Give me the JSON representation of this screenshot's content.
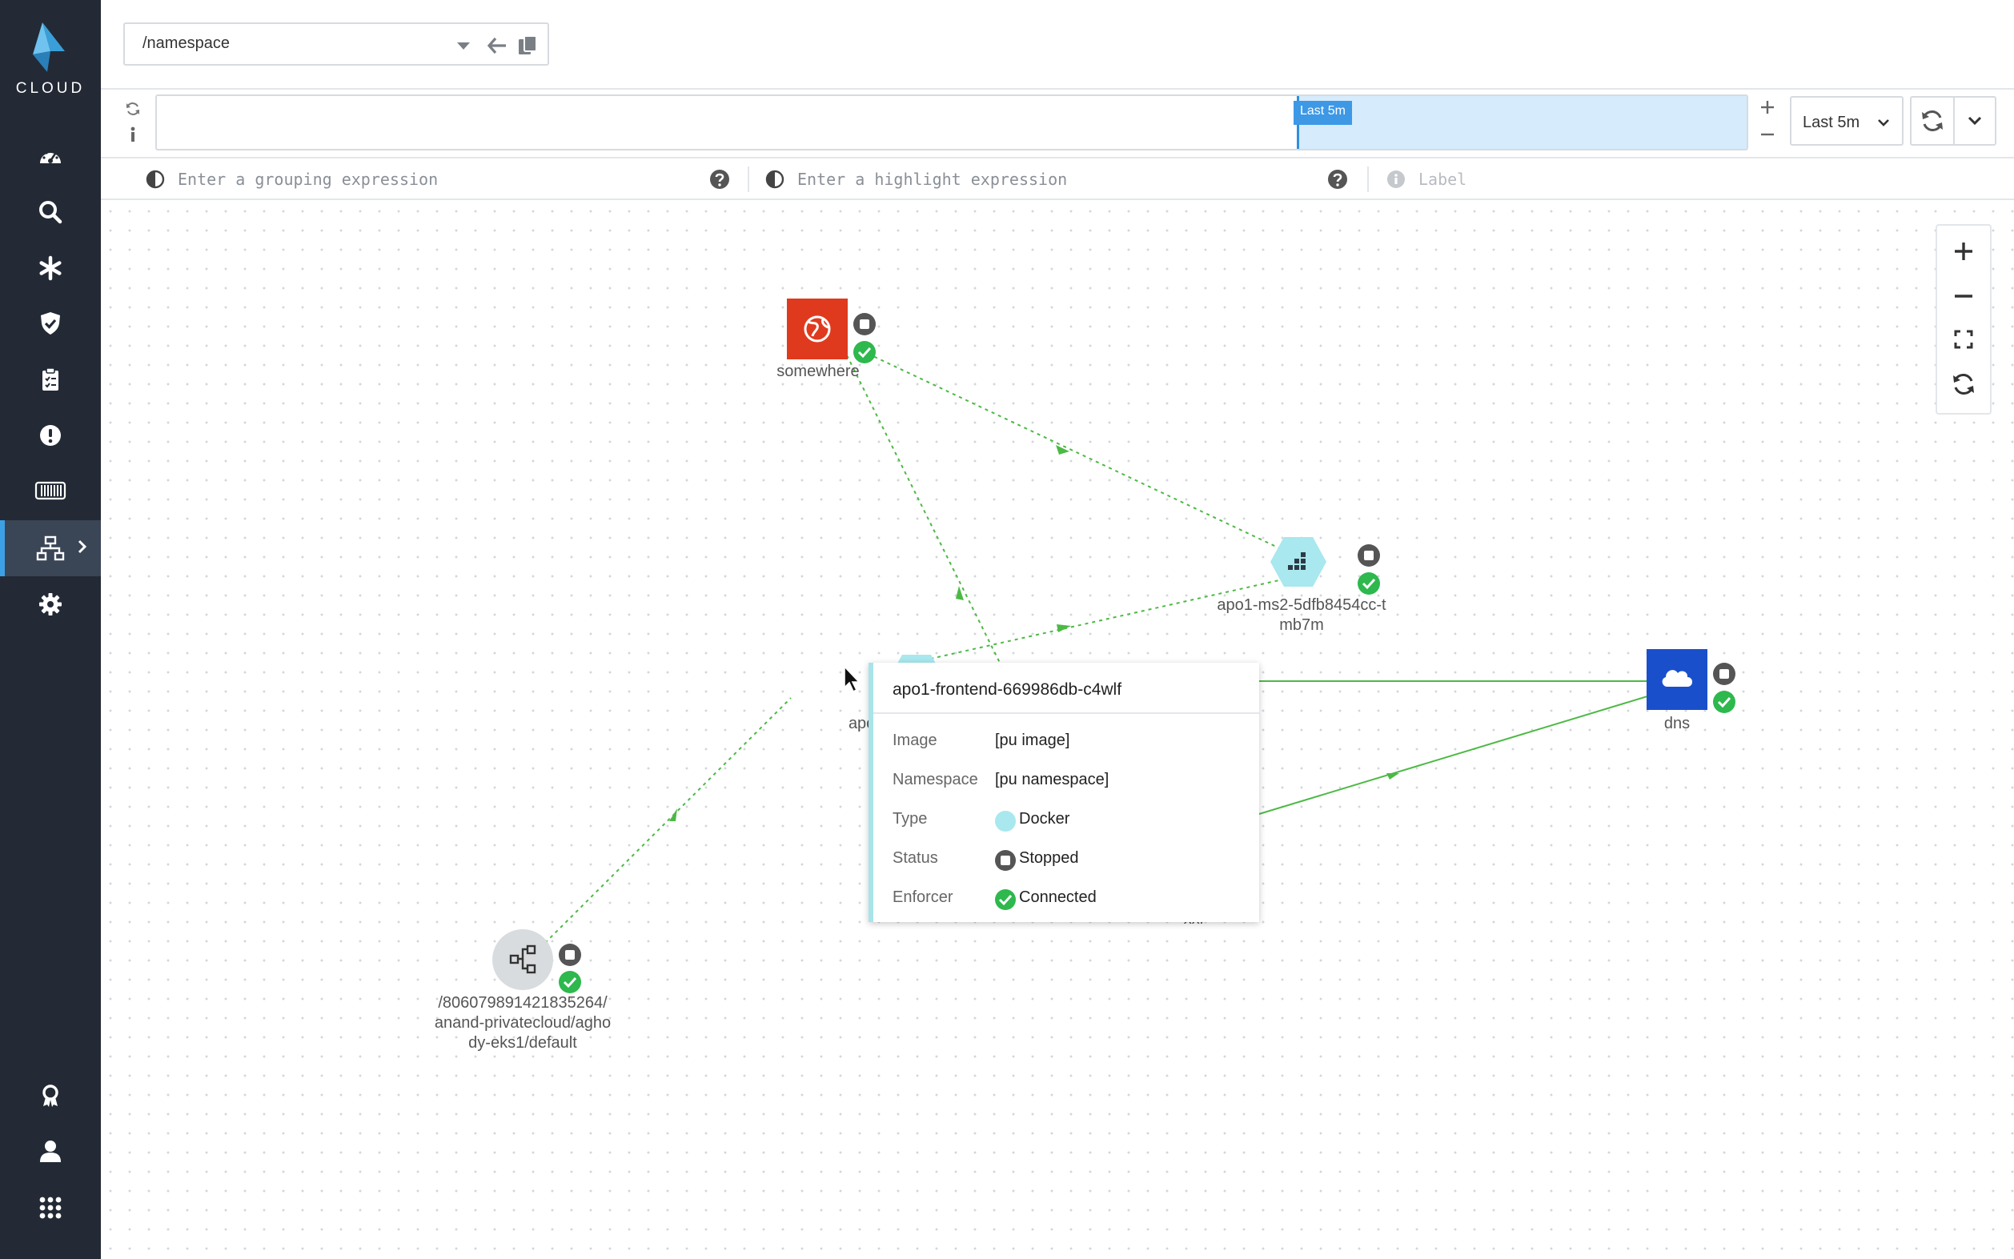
{
  "sidebar": {
    "brand": "CLOUD",
    "items": [
      {
        "icon": "dashboard-gauge-icon"
      },
      {
        "icon": "search-icon"
      },
      {
        "icon": "asterisk-icon"
      },
      {
        "icon": "shield-check-icon"
      },
      {
        "icon": "clipboard-icon"
      },
      {
        "icon": "alert-circle-icon"
      },
      {
        "icon": "barcode-icon"
      },
      {
        "icon": "network-sitemap-icon",
        "active": true
      },
      {
        "icon": "gear-icon"
      },
      {
        "icon": "badge-ribbon-icon"
      },
      {
        "icon": "user-icon"
      },
      {
        "icon": "apps-grid-icon"
      }
    ],
    "accent": "#3ea0e4"
  },
  "header": {
    "namespace": "/namespace"
  },
  "timeline": {
    "selection_tag": "Last 5m",
    "range_value": "Last 5m"
  },
  "expressions": {
    "grouping_placeholder": "Enter a grouping expression",
    "highlight_placeholder": "Enter a highlight expression",
    "label_placeholder": "Label"
  },
  "graph": {
    "nodes": [
      {
        "id": "somewhere",
        "label": "somewhere",
        "kind": "external-network",
        "color": "#e03a1e"
      },
      {
        "id": "ms2",
        "label_lines": [
          "apo1-ms2-5dfb8454cc-t",
          "mb7m"
        ],
        "kind": "docker",
        "color": "#a8e8ee"
      },
      {
        "id": "frontend",
        "label_lines": [
          "apo1-frontend-dev-",
          "c-dfjk21"
        ],
        "kind": "docker",
        "color": "#a8e8ee"
      },
      {
        "id": "dns",
        "label": "dns",
        "kind": "cloud",
        "color": "#1a4fcc"
      },
      {
        "id": "ns",
        "label_lines": [
          "/806079891421835264/",
          "anand-privatecloud/agho",
          "dy-eks1/default"
        ],
        "kind": "namespace",
        "color": "#d9dcdf"
      }
    ],
    "hidden_label_fragment": "xxl",
    "edge_color": "#4cb944"
  },
  "tooltip": {
    "title": "apo1-frontend-669986db-c4wlf",
    "rows": [
      {
        "key": "Image",
        "value": "[pu image]"
      },
      {
        "key": "Namespace",
        "value": "[pu namespace]"
      },
      {
        "key": "Type",
        "value": "Docker"
      },
      {
        "key": "Status",
        "value": "Stopped"
      },
      {
        "key": "Enforcer",
        "value": "Connected"
      }
    ]
  }
}
